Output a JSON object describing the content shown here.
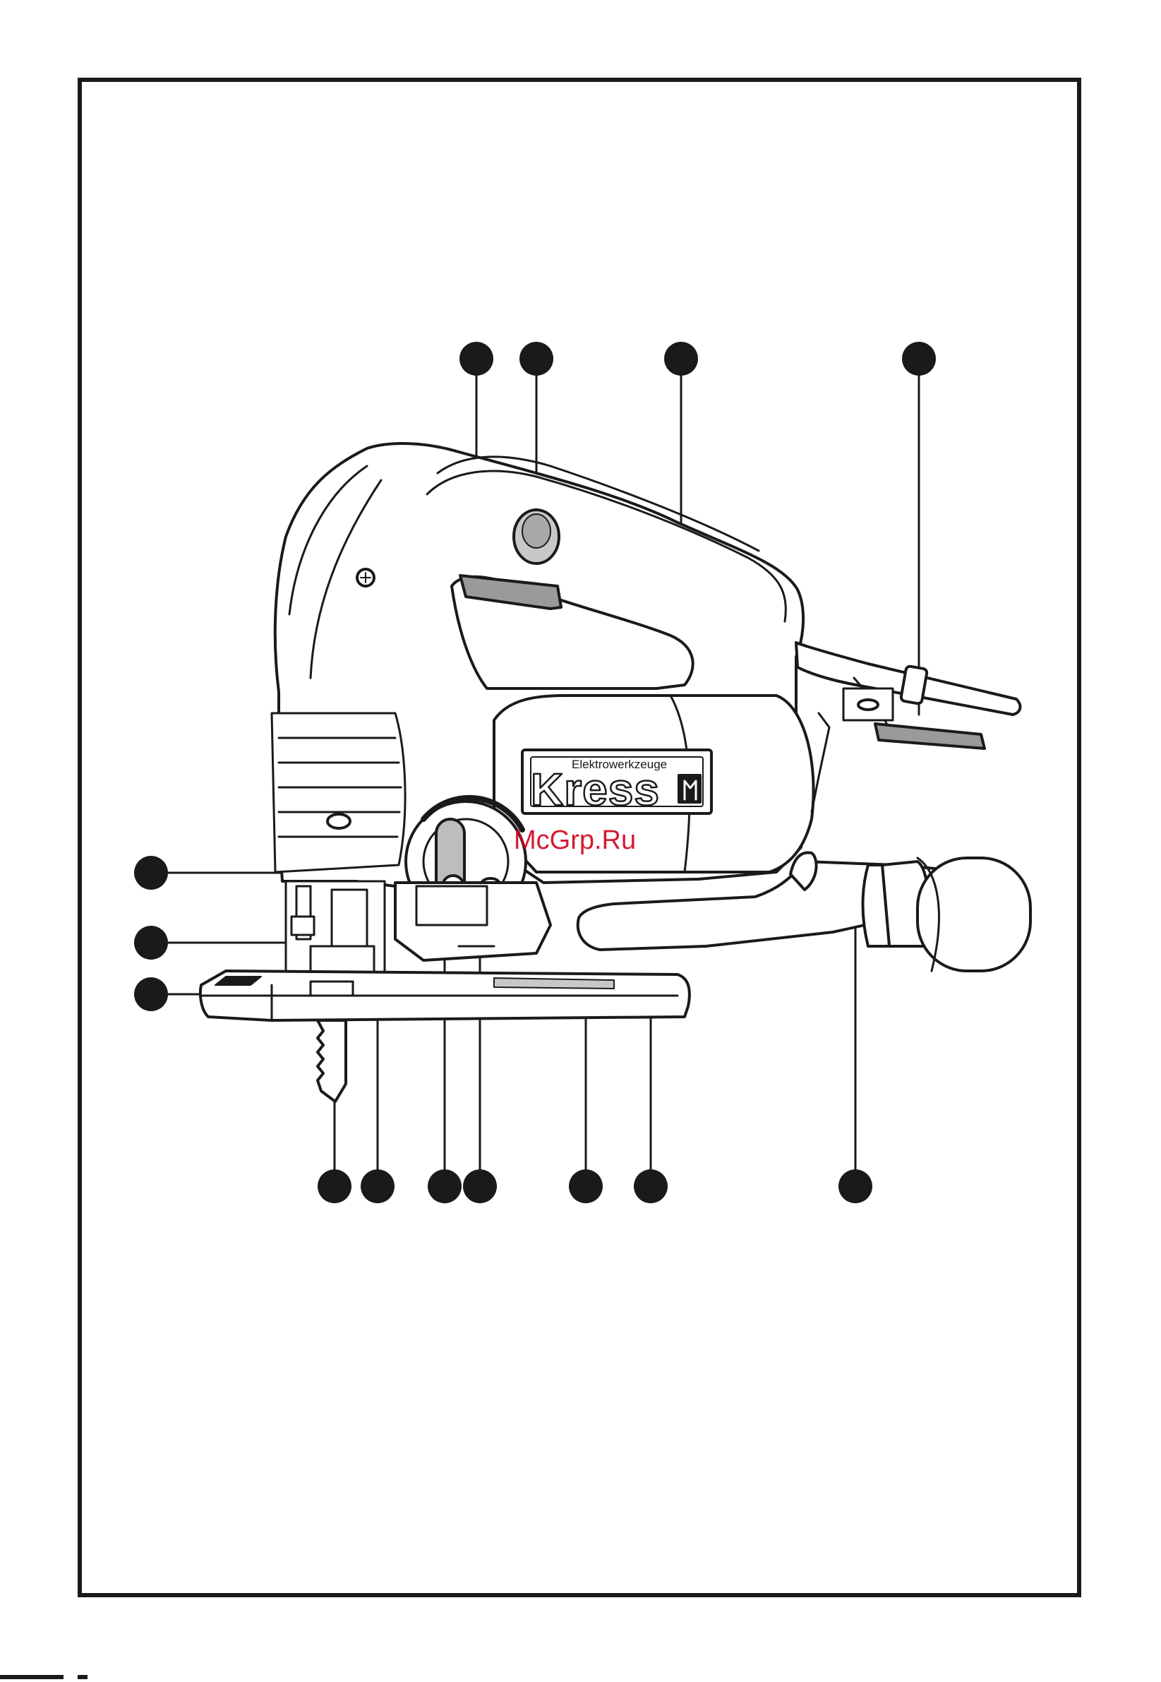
{
  "document": {
    "type": "parts-diagram",
    "subject": "jigsaw",
    "callout_marker_count": 14
  },
  "label": {
    "brand_subtitle": "Elektrowerkzeuge",
    "brand": "Kress"
  },
  "watermark": {
    "text": "McGrp.Ru"
  },
  "colors": {
    "line": "#1a1a1a",
    "fill": "#ffffff",
    "marker": "#1a1a1a",
    "watermark": "#d0021b"
  }
}
